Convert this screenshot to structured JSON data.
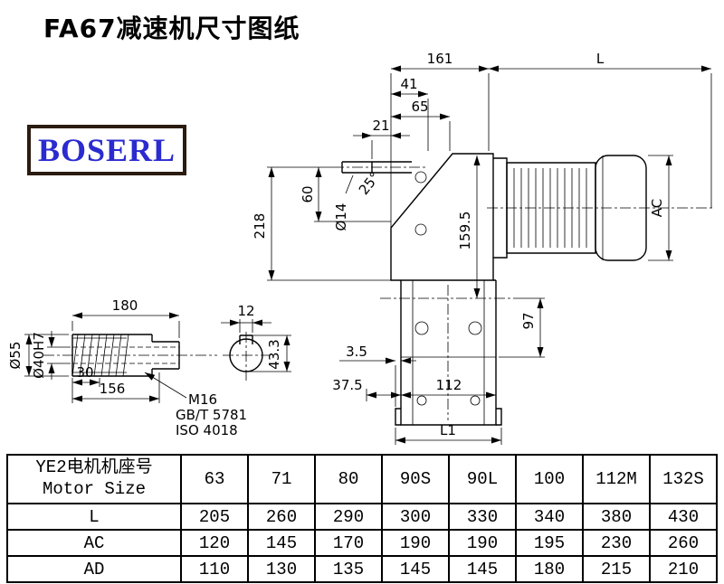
{
  "page": {
    "title": "FA67减速机尺寸图纸",
    "logo_text": "BOSERL"
  },
  "drawing": {
    "dims": {
      "top_width": "161",
      "motor_length": "L",
      "hole_offset_1": "41",
      "hole_offset_2": "65",
      "shaft_step": "21",
      "shaft_height": "60",
      "body_height": "218",
      "shaft_dia": "Ø14",
      "angle": "25°",
      "center_height": "159.5",
      "motor_dia": "AC",
      "output_offset": "97",
      "cap_thickness": "3.5",
      "foot_offset": "37.5",
      "flange_width": "112",
      "bottom_length": "L1",
      "hollow_shaft_length": "180",
      "keyway_width": "12",
      "shaft_od": "Ø55",
      "bore": "Ø40H7",
      "spline_length": "30",
      "bore_depth": "156",
      "keyway_height": "43.3",
      "thread": "M16",
      "thread_std_1": "GB/T 5781",
      "thread_std_2": "ISO 4018"
    }
  },
  "table": {
    "header_cn": "YE2电机机座号",
    "header_en": "Motor Size",
    "sizes": [
      "63",
      "71",
      "80",
      "90S",
      "90L",
      "100",
      "112M",
      "132S"
    ],
    "rows": [
      {
        "label": "L",
        "values": [
          "205",
          "260",
          "290",
          "300",
          "330",
          "340",
          "380",
          "430"
        ]
      },
      {
        "label": "AC",
        "values": [
          "120",
          "145",
          "170",
          "190",
          "190",
          "195",
          "230",
          "260"
        ]
      },
      {
        "label": "AD",
        "values": [
          "110",
          "130",
          "135",
          "145",
          "145",
          "180",
          "215",
          "210"
        ]
      }
    ]
  }
}
